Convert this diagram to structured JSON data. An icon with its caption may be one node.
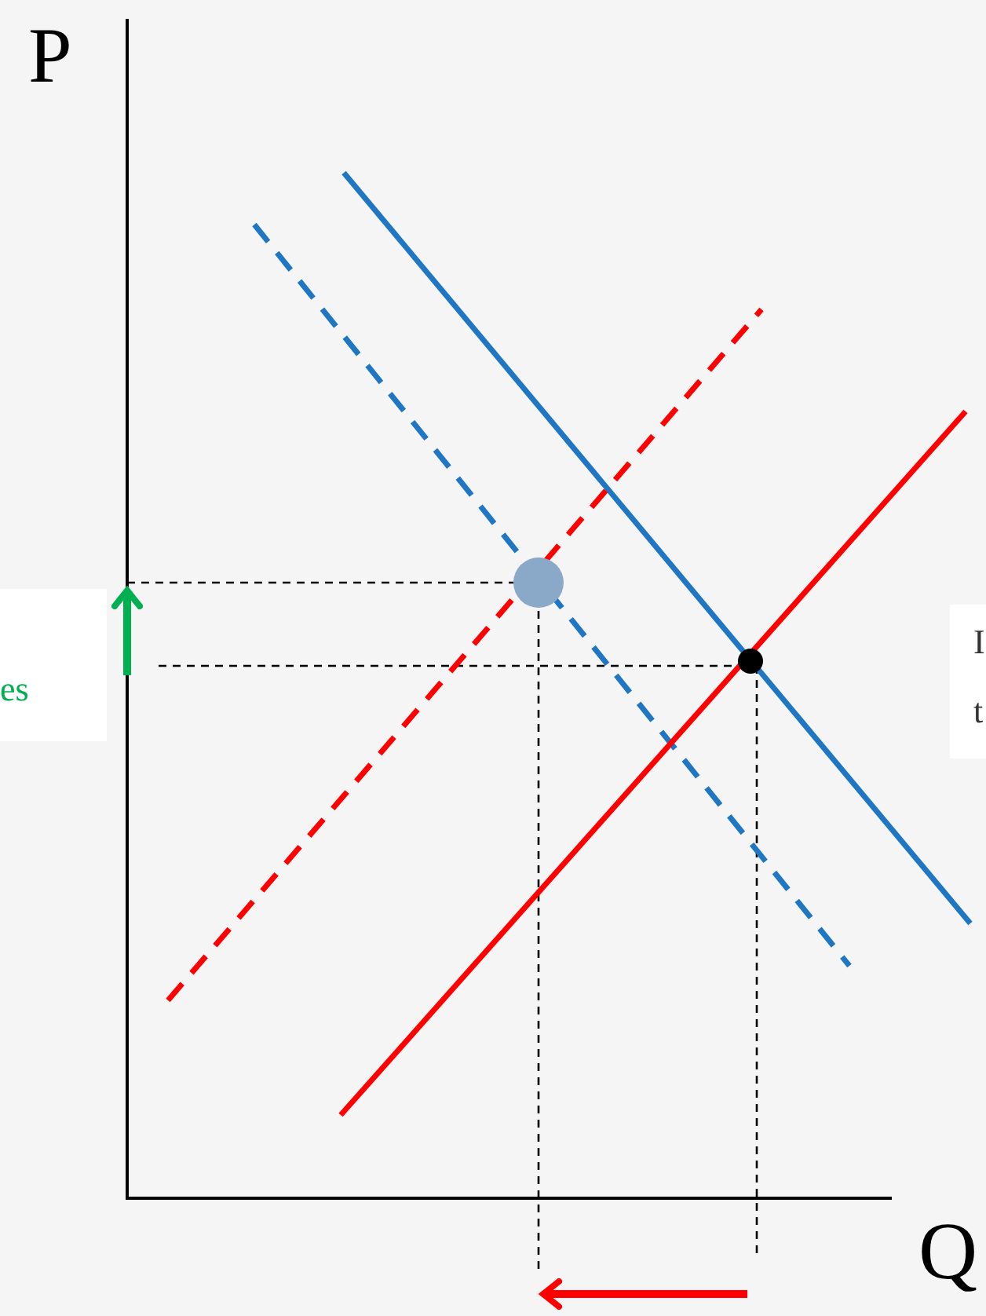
{
  "diagram": {
    "labels": [
      "P",
      "es",
      "I",
      "t",
      "Q"
    ]
  }
}
